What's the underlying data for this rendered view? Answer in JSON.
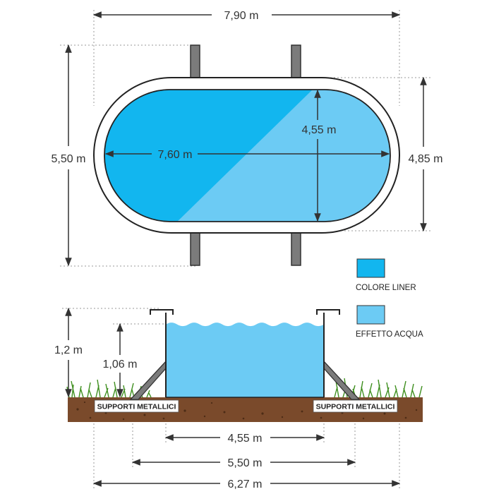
{
  "top_view": {
    "overall_length": "7,90 m",
    "overall_width": "5,50 m",
    "inner_length": "7,60 m",
    "inner_width_pool": "4,55 m",
    "inner_width_right": "4,85 m"
  },
  "legend": {
    "liner_label": "COLORE LINER",
    "liner_color": "#12b6ef",
    "water_label": "EFFETTO ACQUA",
    "water_color": "#6ccbf4"
  },
  "side_view": {
    "total_height": "1,2 m",
    "water_height": "1,06 m",
    "support_label_left": "SUPPORTI METALLICI",
    "support_label_right": "SUPPORTI METALLICI",
    "width_inner": "4,55 m",
    "width_mid": "5,50 m",
    "width_total": "6,27 m"
  }
}
